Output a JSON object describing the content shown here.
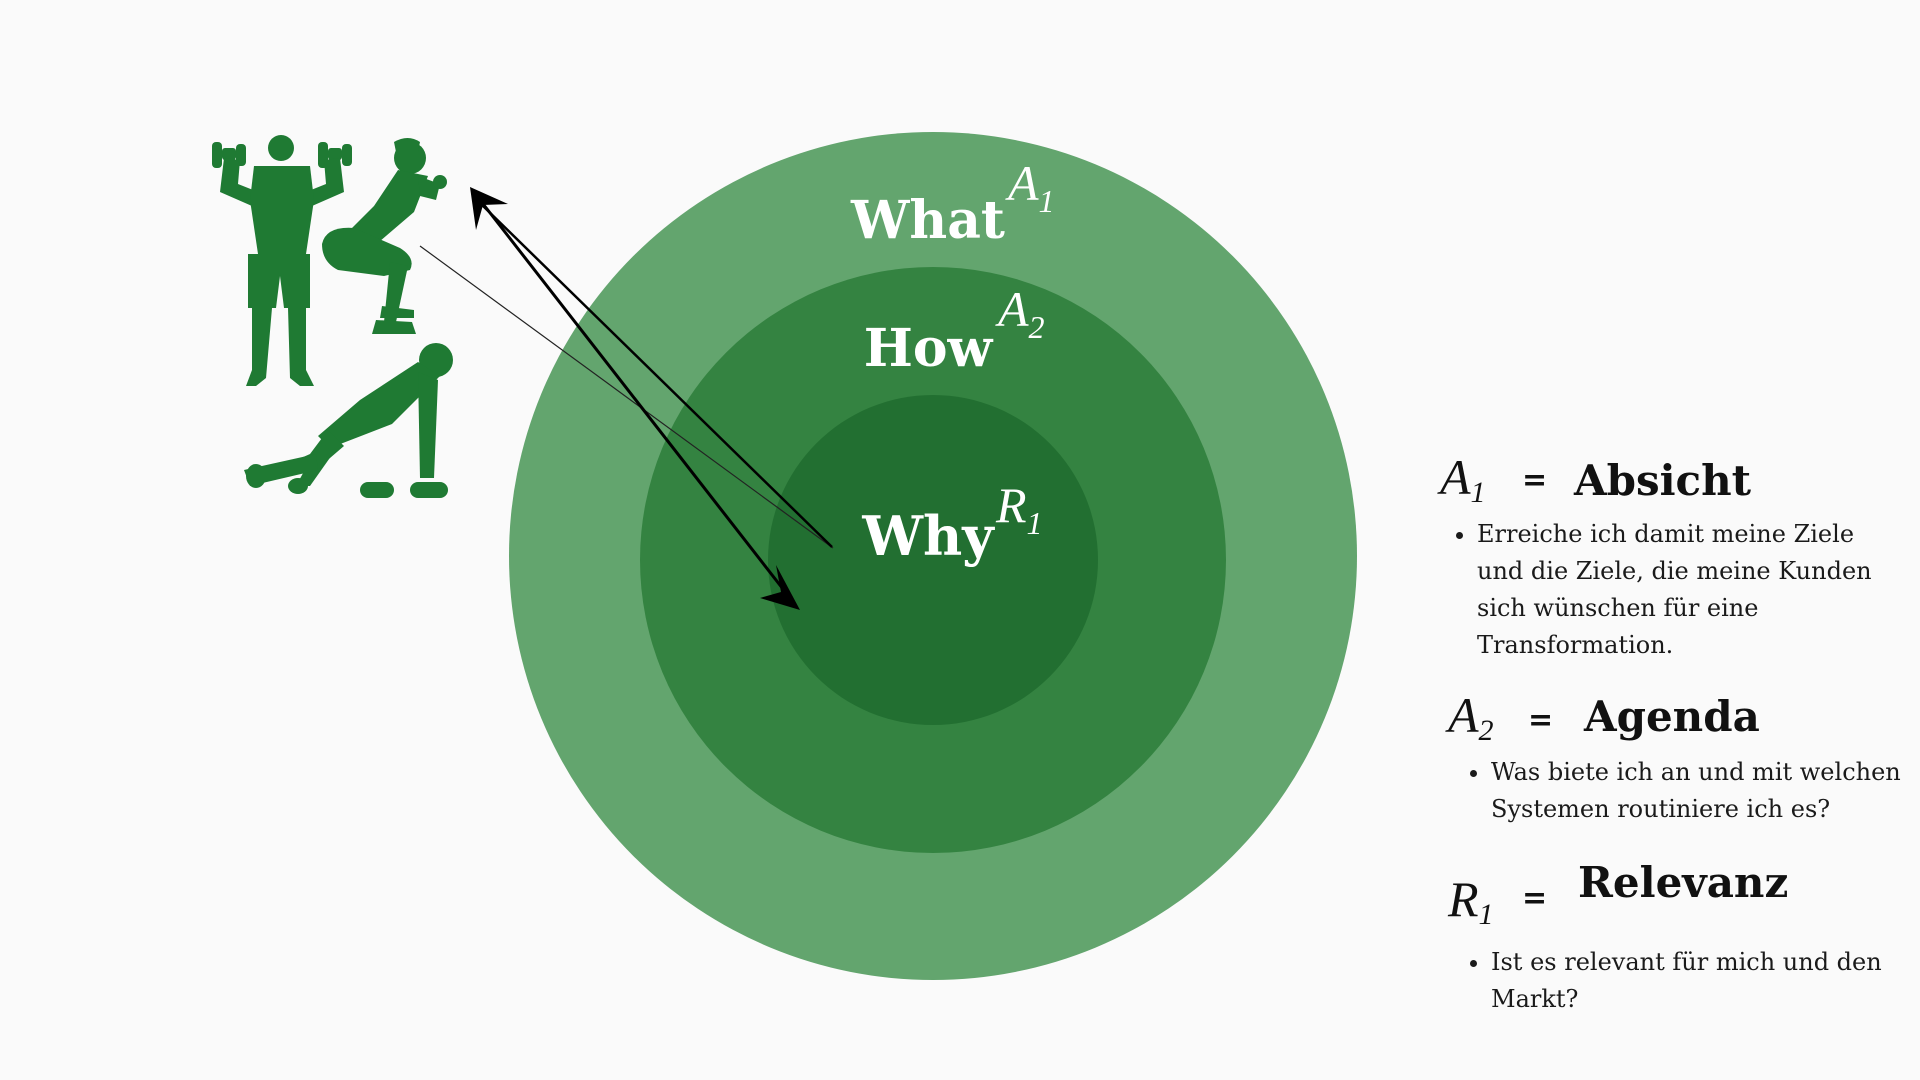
{
  "colors": {
    "outer_ring": "#63a56e",
    "middle_ring": "#348341",
    "inner_ring": "#226f31",
    "figures": "#1f7a33",
    "arrow": "#000000",
    "background": "#fafafa"
  },
  "circle": {
    "outer": {
      "label": "What",
      "symbol": "A",
      "subscript": "1"
    },
    "middle": {
      "label": "How",
      "symbol": "A",
      "subscript": "2"
    },
    "inner": {
      "label": "Why",
      "symbol": "R",
      "subscript": "1"
    }
  },
  "figures": [
    "dumbbell-press-figure",
    "squat-figure",
    "pushup-figure"
  ],
  "legend": [
    {
      "symbol": "A",
      "subscript": "1",
      "equals": "=",
      "term": "Absicht",
      "bullet_lines": [
        "Erreiche ich damit meine Ziele",
        "und die Ziele, die meine Kunden",
        "sich wünschen für eine",
        "Transformation."
      ]
    },
    {
      "symbol": "A",
      "subscript": "2",
      "equals": "=",
      "term": "Agenda",
      "bullet_lines": [
        "Was biete ich an und mit welchen",
        "Systemen routiniere ich es?"
      ]
    },
    {
      "symbol": "R",
      "subscript": "1",
      "equals": "=",
      "term": "Relevanz",
      "bullet_lines": [
        "Ist es relevant für mich und den",
        "Markt?"
      ]
    }
  ]
}
